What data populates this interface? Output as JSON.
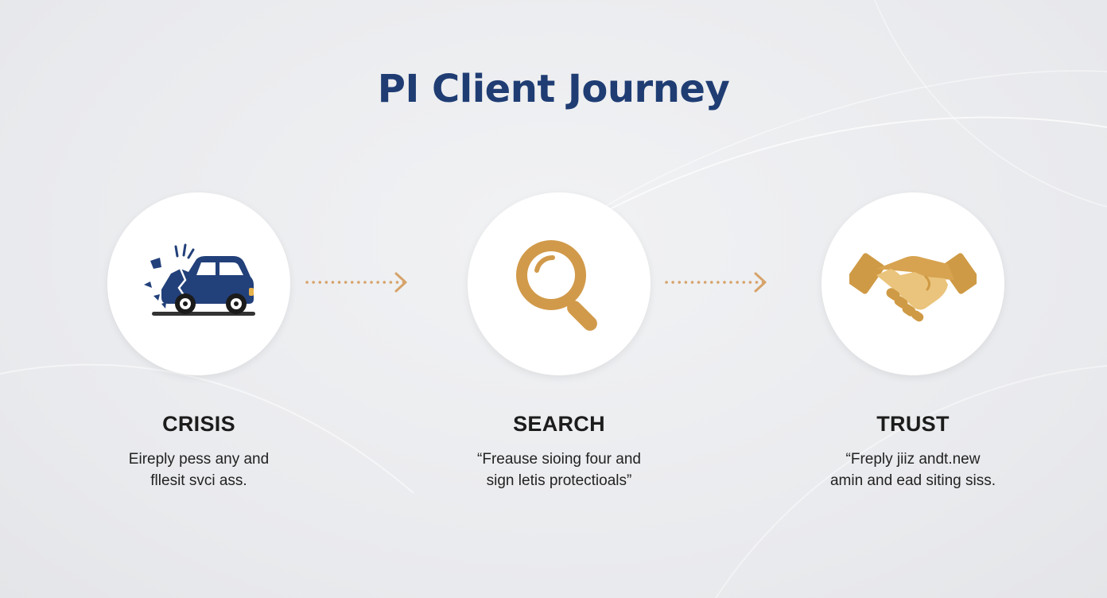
{
  "title": "PI Client Journey",
  "colors": {
    "title": "#1f3d73",
    "navy": "#22407a",
    "gold": "#d19a4a",
    "gold_light": "#e8c27a",
    "arrow": "#d6a36a"
  },
  "steps": [
    {
      "icon": "car-crash-icon",
      "label": "CRISIS",
      "desc_lines": [
        "Eireply pess any and",
        "fllesit svci ass."
      ]
    },
    {
      "icon": "magnifying-glass-icon",
      "label": "SEARCH",
      "desc_lines": [
        "“Freause sioing four and",
        "sign letis protectioals”"
      ]
    },
    {
      "icon": "handshake-icon",
      "label": "TRUST",
      "desc_lines": [
        "“Freply jiiz andt.new",
        "amin and ead siting siss."
      ]
    }
  ],
  "connectors": [
    "dotted-arrow-icon",
    "dotted-arrow-icon"
  ]
}
